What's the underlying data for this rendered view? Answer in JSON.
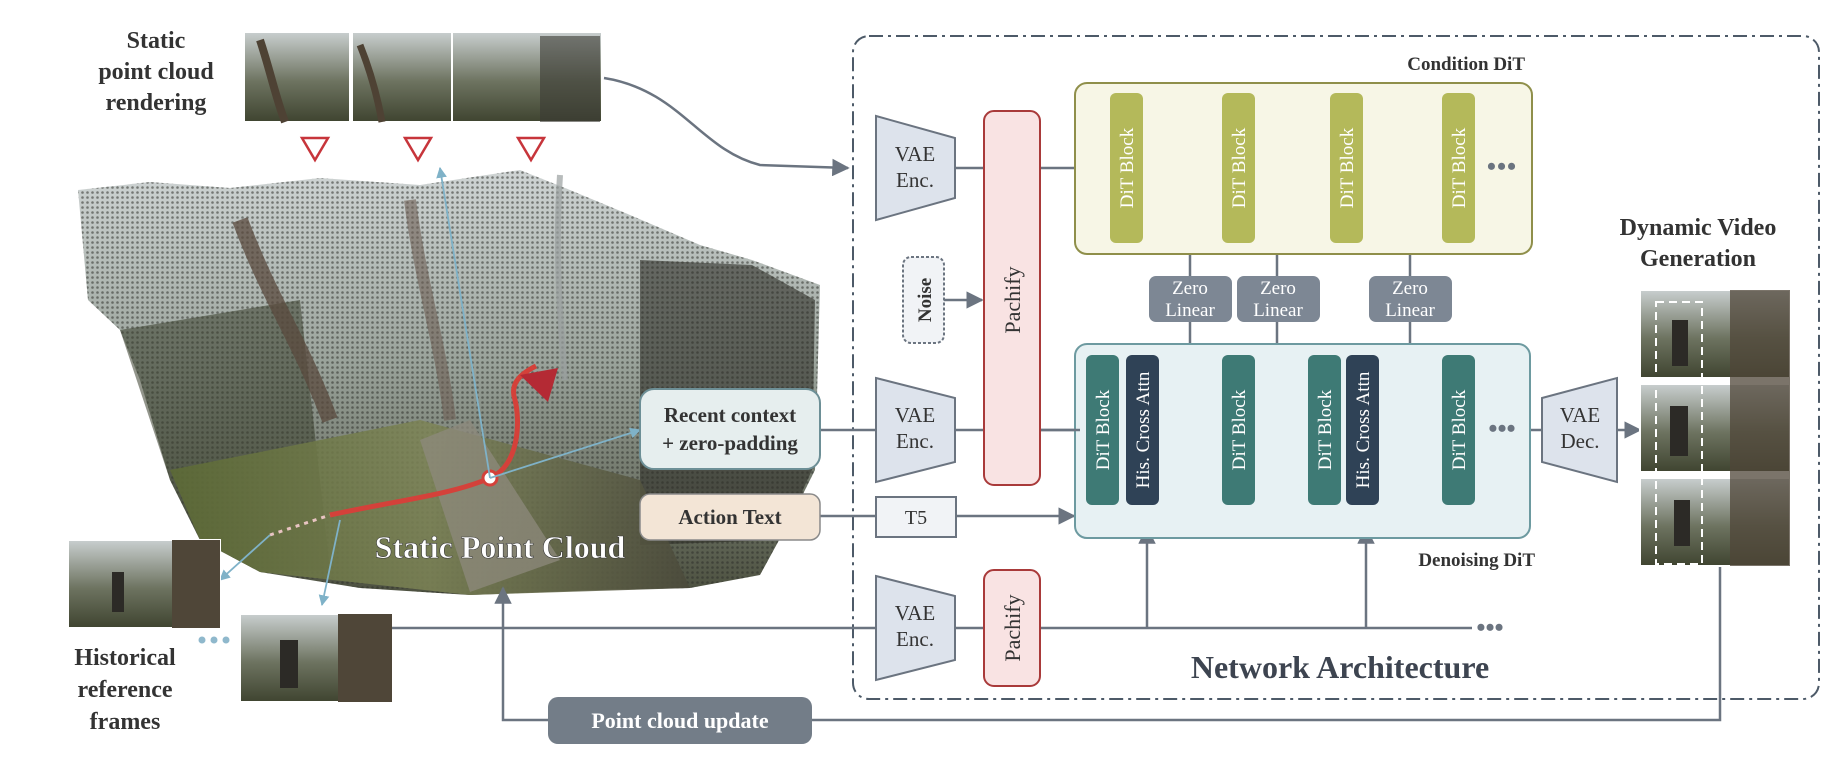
{
  "labels": {
    "static_rendering": [
      "Static",
      "point cloud",
      "rendering"
    ],
    "static_point_cloud": "Static Point Cloud",
    "historical": [
      "Historical",
      "reference",
      "frames"
    ],
    "recent_context": [
      "Recent context",
      "+ zero-padding"
    ],
    "action_text": "Action Text",
    "point_cloud_update": "Point cloud update",
    "condition_dit": "Condition DiT",
    "denoising_dit": "Denoising DiT",
    "network_architecture": "Network Architecture",
    "dynamic_video": [
      "Dynamic Video",
      "Generation"
    ]
  },
  "blocks": {
    "vae_enc": [
      "VAE",
      "Enc."
    ],
    "vae_dec": [
      "VAE",
      "Dec."
    ],
    "noise": "Noise",
    "pachify": "Pachify",
    "t5": "T5",
    "dit_block": "DiT Block",
    "cross_attn": "His. Cross Attn",
    "zero_linear": [
      "Zero",
      "Linear"
    ],
    "ellipsis": "•••"
  },
  "colors": {
    "arrow": "#6b7480",
    "cond_fill": "#f7f6e6",
    "cond_border": "#8f8f4a",
    "dit_olive": "#b4b95a",
    "den_fill": "#e7f1f3",
    "den_border": "#6d9aa0",
    "dit_teal": "#3e7a75",
    "cross_attn": "#2f4256",
    "pachify_fill": "#f9e3e3",
    "pachify_border": "#a93a3a",
    "vae_fill": "#dde3ec",
    "zero_linear": "#7d8794",
    "update_box": "#737d88",
    "action_fill": "#f3e5d6",
    "trajectory": "#d4413a"
  }
}
